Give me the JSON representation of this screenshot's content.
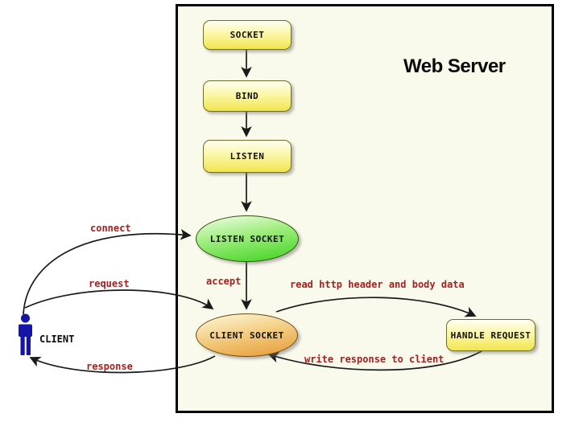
{
  "diagram": {
    "title": "Web Server",
    "client_label": "CLIENT",
    "nodes": {
      "socket": "SOCKET",
      "bind": "BIND",
      "listen": "LISTEN",
      "listen_socket": "LISTEN SOCKET",
      "client_socket": "CLIENT SOCKET",
      "handle_request": "HANDLE REQUEST"
    },
    "edges": {
      "connect": "connect",
      "request": "request",
      "response": "response",
      "accept": "accept",
      "read": "read http header and body data",
      "write": "write response to client"
    },
    "colors": {
      "server_background": "#fafaec",
      "box_fill_top": "#fffef2",
      "box_fill_bottom": "#f1e54f",
      "box_border": "#6e6e28",
      "green_fill_top": "#f2fdea",
      "green_fill_bottom": "#3ed31f",
      "orange_fill_top": "#fdf8dd",
      "orange_fill_bottom": "#e79a36",
      "edge_label_red": "#a52121",
      "client_blue": "#1414a8",
      "arrow_black": "#1a1a1a"
    }
  }
}
